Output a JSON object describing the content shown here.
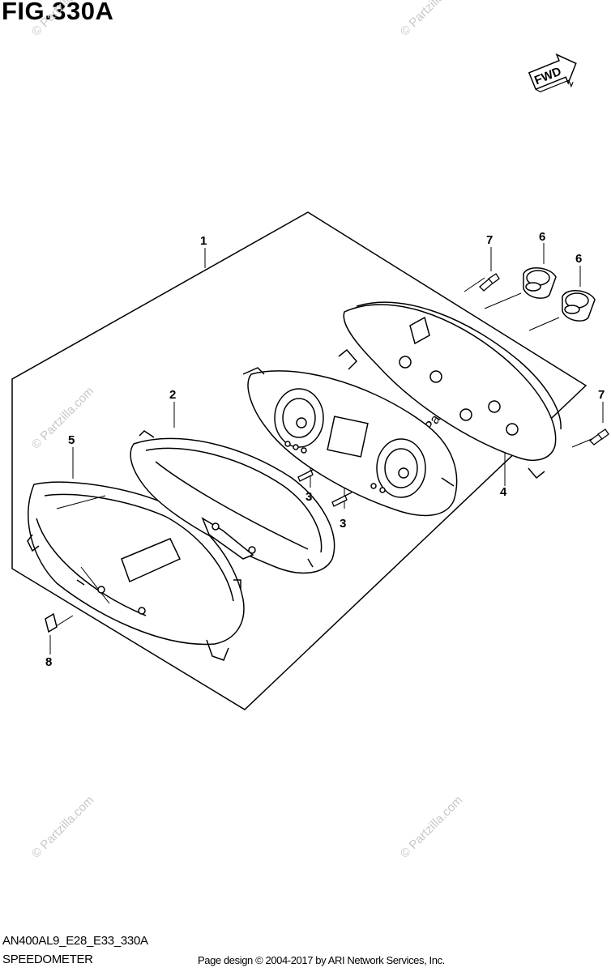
{
  "figure": {
    "title": "FIG.330A",
    "diagram_code": "AN400AL9_E28_E33_330A",
    "diagram_name": "SPEEDOMETER",
    "copyright": "Page design © 2004-2017 by ARI Network Services, Inc."
  },
  "direction_marker": {
    "label": "FWD",
    "icon": "arrow-right-icon"
  },
  "callouts": {
    "c1": "1",
    "c2": "2",
    "c3a": "3",
    "c3b": "3",
    "c4": "4",
    "c5": "5",
    "c6a": "6",
    "c6b": "6",
    "c7a": "7",
    "c7b": "7",
    "c8": "8"
  },
  "watermark": {
    "text": "© Partzilla.com"
  }
}
